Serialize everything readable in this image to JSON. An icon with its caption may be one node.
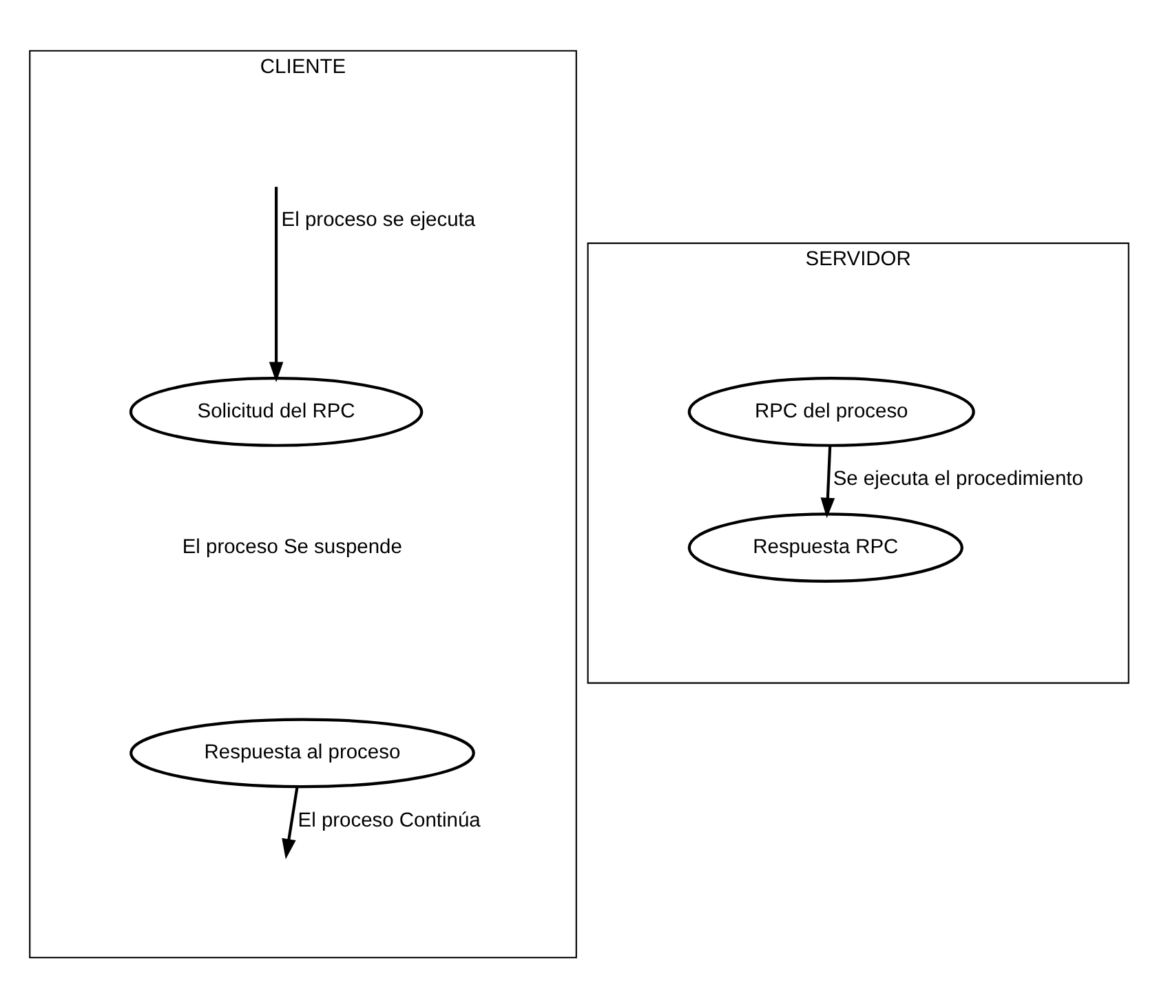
{
  "diagram": {
    "nodes": [
      {
        "text": [
          "CLIENTE"
        ]
      },
      {
        "text": [
          "SERVIDOR"
        ]
      },
      {
        "text": [
          "Solicitud del RPC"
        ],
        "in": 0
      },
      {
        "text": [
          "Respuesta al proceso"
        ],
        "in": 0
      },
      {
        "text": [
          "RPC del proceso"
        ],
        "in": 1
      },
      {
        "text": [
          "Respuesta RPC"
        ],
        "in": 1
      }
    ],
    "edges": [
      {
        "from": null,
        "to": 2,
        "arrow": "to",
        "label": "El proceso se ejecuta"
      },
      {
        "from": 4,
        "to": 5,
        "arrow": "to",
        "label": "Se ejecuta el procedimiento"
      },
      {
        "from": 3,
        "to": null,
        "arrow": "to",
        "label": "El proceso Continúa"
      }
    ],
    "labels": [
      "El proceso Se suspende"
    ]
  }
}
